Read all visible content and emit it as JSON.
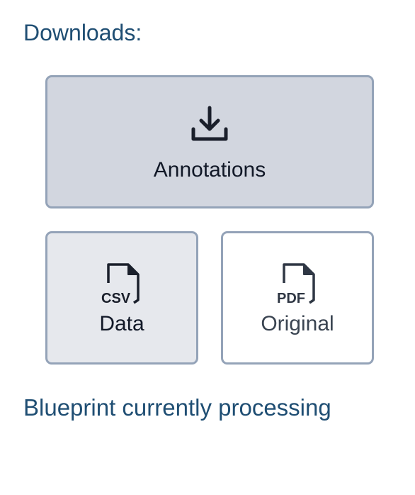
{
  "downloads": {
    "heading": "Downloads:",
    "annotations": {
      "label": "Annotations",
      "icon": "download-icon"
    },
    "data": {
      "label": "Data",
      "icon": "csv-file-icon",
      "file_tag": "CSV"
    },
    "original": {
      "label": "Original",
      "icon": "pdf-file-icon",
      "file_tag": "PDF"
    }
  },
  "status": {
    "text": "Blueprint currently processing"
  },
  "colors": {
    "heading": "#1f4e73",
    "border": "#94a3b8",
    "annotations_bg": "#d2d6df",
    "data_bg": "#e6e8ed",
    "original_bg": "#ffffff"
  }
}
